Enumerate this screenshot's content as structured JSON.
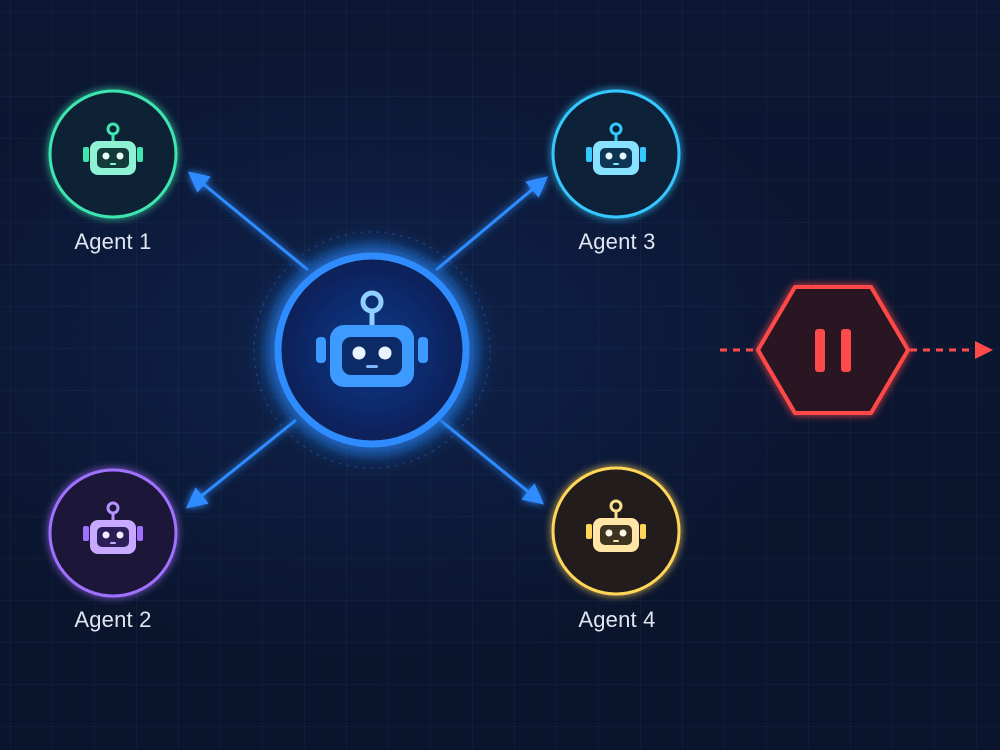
{
  "colors": {
    "background": "#0b1530",
    "hub": "#2f8cff",
    "agent1": "#3ee6b0",
    "agent2": "#a070ff",
    "agent3": "#34c8ff",
    "agent4": "#ffd65a",
    "stop": "#ff4a4a",
    "connector": "#2f8cff"
  },
  "hub": {
    "icon": "robot-icon"
  },
  "agents": [
    {
      "label": "Agent 1",
      "icon": "robot-icon",
      "color": "#3ee6b0"
    },
    {
      "label": "Agent 2",
      "icon": "robot-icon",
      "color": "#a070ff"
    },
    {
      "label": "Agent 3",
      "icon": "robot-icon",
      "color": "#34c8ff"
    },
    {
      "label": "Agent 4",
      "icon": "robot-icon",
      "color": "#ffd65a"
    }
  ],
  "stop_node": {
    "icon": "pause-icon",
    "color": "#ff4a4a"
  }
}
